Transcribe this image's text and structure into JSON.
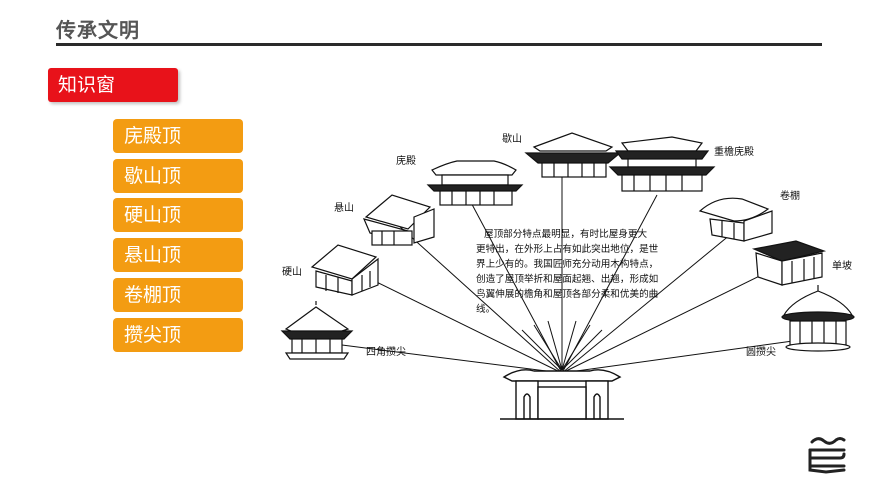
{
  "header": {
    "title": "传承文明"
  },
  "section_tag": "知识窗",
  "roof_types": [
    "庑殿顶",
    "歇山顶",
    "硬山顶",
    "悬山顶",
    "卷棚顶",
    "攒尖顶"
  ],
  "diagram": {
    "labels": {
      "wudian": "庑殿",
      "xieshan": "歇山",
      "chongyan": "重檐庑殿",
      "xuanshan": "悬山",
      "juanpeng": "卷棚",
      "yingshan": "硬山",
      "danpo": "单坡",
      "sijiao": "四角攒尖",
      "yuan": "圆攒尖"
    },
    "caption_lines": [
      "屋顶部分特点最明显，有时比屋身更大",
      "更特出，在外形上占有如此突出地位，是世",
      "界上少有的。我国匠师充分动用木构特点，",
      "创造了屋顶举折和屋面起翘、出翘，形成如",
      "鸟翼伸展的檐角和屋顶各部分柔和优美的曲",
      "线。"
    ]
  },
  "colors": {
    "accent_red": "#e8121a",
    "item_orange": "#f39c12",
    "title_gray": "#555555"
  }
}
